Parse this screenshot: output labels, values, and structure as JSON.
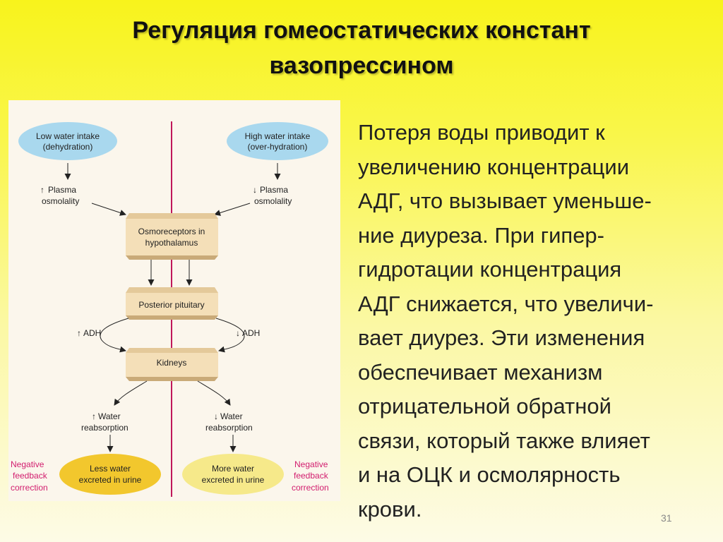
{
  "slide": {
    "title_lines": [
      "Регуляция гомеостатических  констант",
      "вазопрессином"
    ],
    "body_lines": [
      "Потеря воды приводит к",
      "увеличению концентрации",
      "АДГ, что вызывает уменьше-",
      "ние диуреза. При гипер-",
      "гидротации концентрация",
      "АДГ снижается, что увеличи-",
      "вает диурез. Эти изменения",
      "обеспечивает механизм",
      "отрицательной обратной",
      "связи, который также влияет",
      "и на ОЦК и осмолярность",
      "крови."
    ],
    "slide_number": "31"
  },
  "diagram": {
    "left": {
      "input": [
        "Low water intake",
        "(dehydration)"
      ],
      "osmolality": [
        "Plasma",
        "osmolality"
      ],
      "adh": "ADH",
      "reabsorption": [
        "Water",
        "reabsorption"
      ],
      "outcome": [
        "Less water",
        "excreted in urine"
      ],
      "feedback": [
        "Negative",
        "feedback",
        "correction"
      ]
    },
    "right": {
      "input": [
        "High water intake",
        "(over-hydration)"
      ],
      "osmolality": [
        "Plasma",
        "osmolality"
      ],
      "adh": "ADH",
      "reabsorption": [
        "Water",
        "reabsorption"
      ],
      "outcome": [
        "More water",
        "excreted in urine"
      ],
      "feedback": [
        "Negative",
        "feedback",
        "correction"
      ]
    },
    "boxes": {
      "osmoreceptors": [
        "Osmoreceptors in",
        "hypothalamus"
      ],
      "pituitary": "Posterior pituitary",
      "kidneys": "Kidneys"
    },
    "colors": {
      "divider": "#c0185a",
      "input_ellipse": "#a9d8ee",
      "outcome_ellipse_left": "#f2c72d",
      "outcome_ellipse_right": "#f6e98a",
      "box_face": "#f4dfb8",
      "feedback_text": "#d21d6e"
    }
  }
}
